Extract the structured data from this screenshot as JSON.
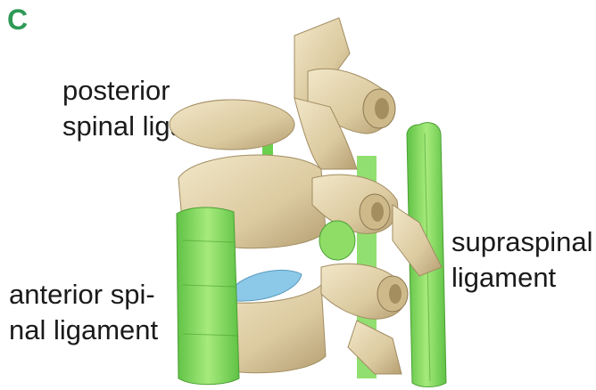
{
  "figure": {
    "panel_letter": "C",
    "labels": {
      "posterior": [
        "posterior",
        "spinal ligament"
      ],
      "supraspinal": [
        "supraspinal",
        "ligament"
      ],
      "anterior": [
        "anterior spi-",
        "nal ligament"
      ]
    }
  },
  "colors": {
    "panel_letter": "#2e9a56",
    "ligament_green": "#7ed957",
    "ligament_dark": "#4fae3a",
    "bone": "#e4d6b0",
    "bone_shadow": "#b9a47a",
    "disc_blue": "#8cc8e8"
  }
}
